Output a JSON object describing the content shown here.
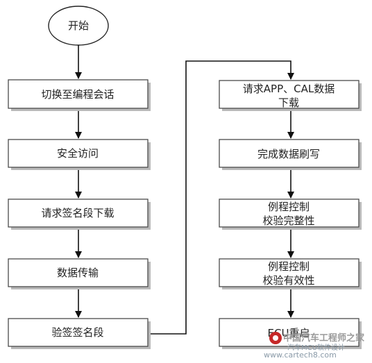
{
  "flowchart": {
    "start": {
      "label": "开始"
    },
    "left_column": [
      {
        "id": "switch-session",
        "label": "切换至编程会话"
      },
      {
        "id": "security-access",
        "label": "安全访问"
      },
      {
        "id": "request-signature-download",
        "label": "请求签名段下载"
      },
      {
        "id": "data-transfer",
        "label": "数据传输"
      },
      {
        "id": "verify-signature",
        "label": "验签签名段"
      }
    ],
    "right_column": [
      {
        "id": "request-app-cal-download",
        "lines": [
          "请求APP、CAL数据",
          "下载"
        ]
      },
      {
        "id": "complete-data-flash",
        "lines": [
          "完成数据刷写"
        ]
      },
      {
        "id": "routine-check-integrity",
        "lines": [
          "例程控制",
          "校验完整性"
        ]
      },
      {
        "id": "routine-check-validity",
        "lines": [
          "例程控制",
          "校验有效性"
        ]
      },
      {
        "id": "ecu-reset",
        "lines": [
          "ECU重启"
        ]
      }
    ]
  },
  "watermark": {
    "line1": "中国汽车工程师之家",
    "line2": "汽车MCU软件设计",
    "line3": "www.cartech8.com"
  }
}
